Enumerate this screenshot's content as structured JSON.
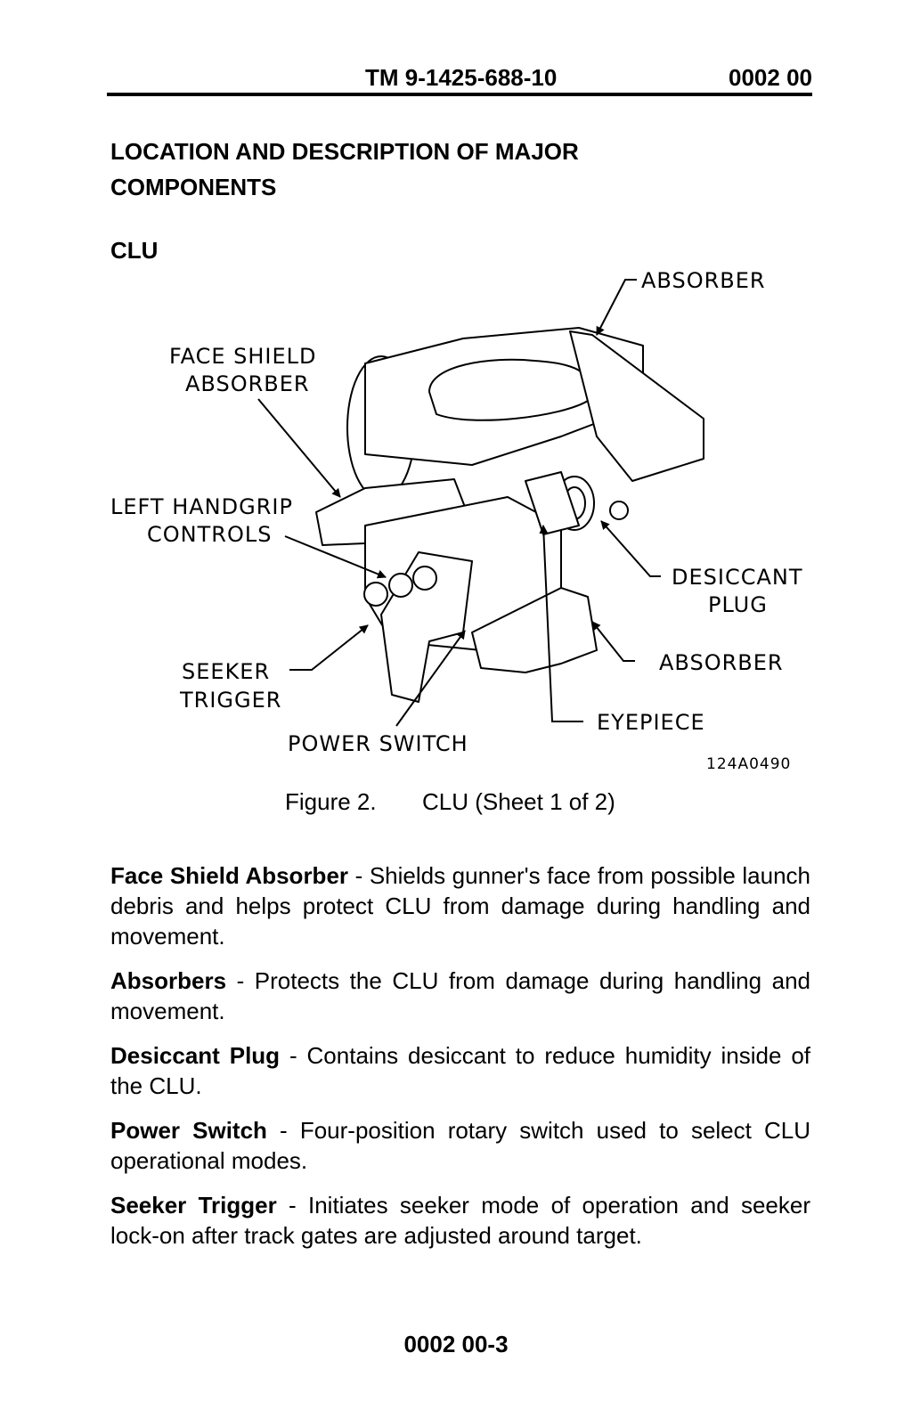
{
  "header": {
    "tm_number": "TM 9-1425-688-10",
    "work_package": "0002 00"
  },
  "title": {
    "line1": "LOCATION AND DESCRIPTION OF MAJOR",
    "line2": "COMPONENTS"
  },
  "section": "CLU",
  "figure": {
    "labels": {
      "absorber_top": "ABSORBER",
      "face_shield_1": "FACE SHIELD",
      "face_shield_2": "ABSORBER",
      "left_handgrip_1": "LEFT HANDGRIP",
      "left_handgrip_2": "CONTROLS",
      "desiccant_1": "DESICCANT",
      "desiccant_2": "PLUG",
      "absorber_bottom": "ABSORBER",
      "seeker_1": "SEEKER",
      "seeker_2": "TRIGGER",
      "eyepiece": "EYEPIECE",
      "power_switch": "POWER SWITCH",
      "drawing_id": "124A0490"
    },
    "caption_number": "Figure 2.",
    "caption_text": "CLU (Sheet 1 of 2)"
  },
  "descriptions": [
    {
      "term": "Face Shield Absorber",
      "text": " - Shields gunner's face from possible launch debris and helps protect CLU from damage during handling and movement."
    },
    {
      "term": "Absorbers",
      "text": " - Protects the CLU from damage during handling and movement."
    },
    {
      "term": "Desiccant Plug",
      "text": " - Contains desiccant to reduce humidity inside of the CLU."
    },
    {
      "term": "Power Switch",
      "text": " - Four-position rotary switch used to select CLU operational modes."
    },
    {
      "term": "Seeker Trigger",
      "text": " - Initiates seeker mode of operation and seeker lock-on after track gates are adjusted around target."
    }
  ],
  "footer": "0002 00-3"
}
